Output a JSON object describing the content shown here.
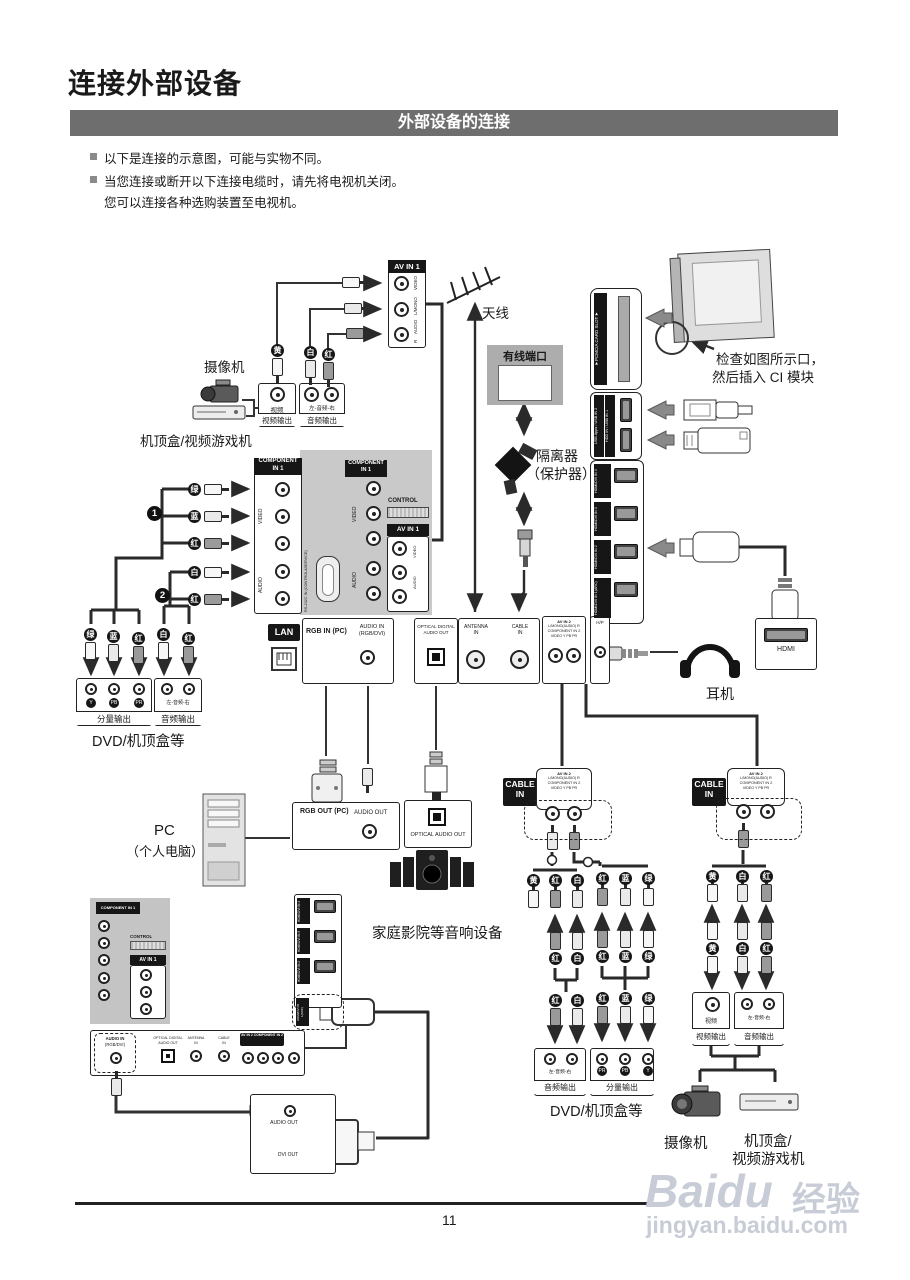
{
  "page": {
    "title": "连接外部设备",
    "section_header": "外部设备的连接",
    "page_number": "11",
    "notes": [
      "以下是连接的示意图，可能与实物不同。",
      "当您连接或断开以下连接电缆时，请先将电视机关闭。",
      "您可以连接各种选购装置至电视机。"
    ]
  },
  "colors": {
    "header_bar": "#6e6e6e",
    "panel_gray": "#c9c9c9",
    "ink": "#1a1a1a",
    "watermark": "#c7ccd6"
  },
  "c": {
    "yellow": "黄",
    "white": "白",
    "red": "红",
    "green": "绿",
    "blue": "蓝"
  },
  "markers": {
    "one": "1",
    "two": "2"
  },
  "labels": {
    "camera_top": "摄像机",
    "stb_game_top": "机顶盒/视频游戏机",
    "video": "视频",
    "video_out": "视频输出",
    "l_audio_r": "左-音频-右",
    "audio_out": "音频输出",
    "antenna": "天线",
    "cable_port": "有线端口",
    "isolator": "隔离器",
    "protector": "（保护器）",
    "ci_note_1": "检查如图所示口，",
    "ci_note_2": "然后插入 CI 模块",
    "headphone": "耳机",
    "dvd_stb_left": "DVD/机顶盒等",
    "component_out": "分量输出",
    "pc": "PC",
    "pc_sub": "（个人电脑）",
    "home_theater": "家庭影院等音响设备",
    "dvd_stb_bottom": "DVD/机顶盒等",
    "camera_bottom": "摄像机",
    "stb_game_bottom_1": "机顶盒/",
    "stb_game_bottom_2": "视频游戏机"
  },
  "ports": {
    "av_in_1": "AV IN 1",
    "video": "VIDEO",
    "audio": "AUDIO",
    "l_mono": "L/MONO",
    "r": "R",
    "component_in": "COMPONENT",
    "in1": "IN 1",
    "control": "CONTROL",
    "rs232c": "RS-232C IN (CONTROL&SERVICE)",
    "lan": "LAN",
    "rgb_in_pc": "RGB IN (PC)",
    "audio_in": "AUDIO IN",
    "rgb_dvi": "(RGB/DVI)",
    "optical_digital": "OPTICAL DIGITAL",
    "audio_out": "AUDIO OUT",
    "antenna": "ANTENNA",
    "in_word": "IN",
    "cable": "CABLE",
    "av_in_2": "AV IN 2",
    "l_mono_audio_r": "L/MONO(AUDIO) R",
    "component_in_2": "COMPONENT IN 2",
    "video_ypbpr": "VIDEO Y PB PR",
    "hp": "H/P",
    "pcmcia": "▼PCMCIA CARD SLOT▼",
    "usb_top": "USB Apps / USB IN 2",
    "usb_bottom": "HDD IN / USB IN 1",
    "hdmi4": "HDMI/DVI IN 4",
    "hdmi3": "HDMI/DVI IN 3",
    "hdmi2": "HDMI/DVI IN 2",
    "hdmi1": "HDMI/DVI IN 1(ARC)",
    "rgb_out_pc": "RGB OUT (PC)",
    "optical_audio_out": "OPTICAL AUDIO OUT",
    "hdmi": "HDMI",
    "dvi_out": "DVI OUT",
    "y": "Y",
    "pb": "PB",
    "pr": "PR"
  },
  "watermark": {
    "brand": "Baidu",
    "badge": "经验",
    "url": "jingyan.baidu.com"
  }
}
